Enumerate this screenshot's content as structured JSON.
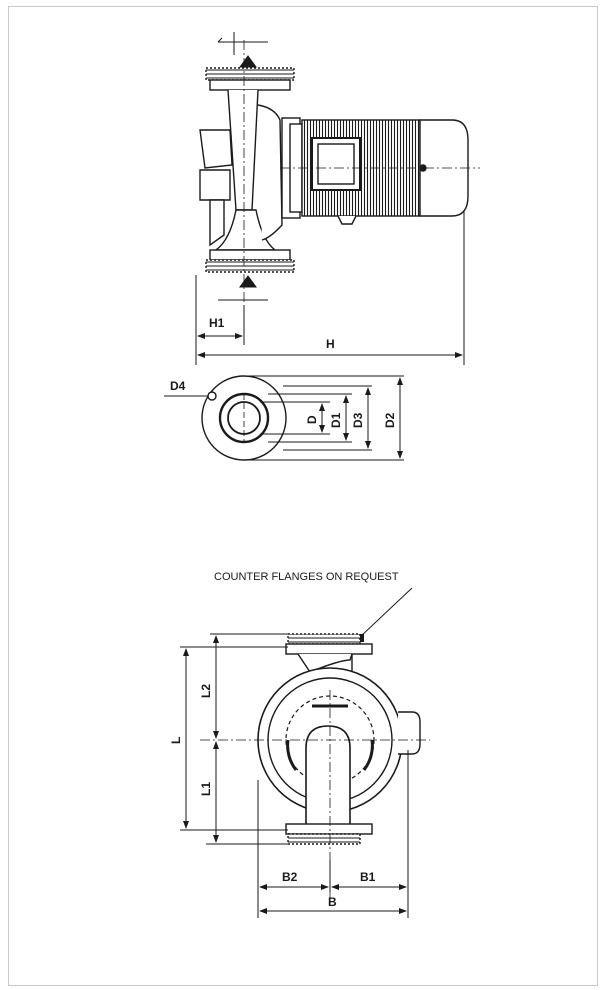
{
  "labels": {
    "H": "H",
    "H1": "H1",
    "D": "D",
    "D1": "D1",
    "D2": "D2",
    "D3": "D3",
    "D4": "D4",
    "L": "L",
    "L1": "L1",
    "L2": "L2",
    "B": "B",
    "B1": "B1",
    "B2": "B2"
  },
  "caption": "COUNTER FLANGES ON REQUEST",
  "colors": {
    "ink": "#1a1a1a",
    "frame": "#c9c9c9"
  }
}
